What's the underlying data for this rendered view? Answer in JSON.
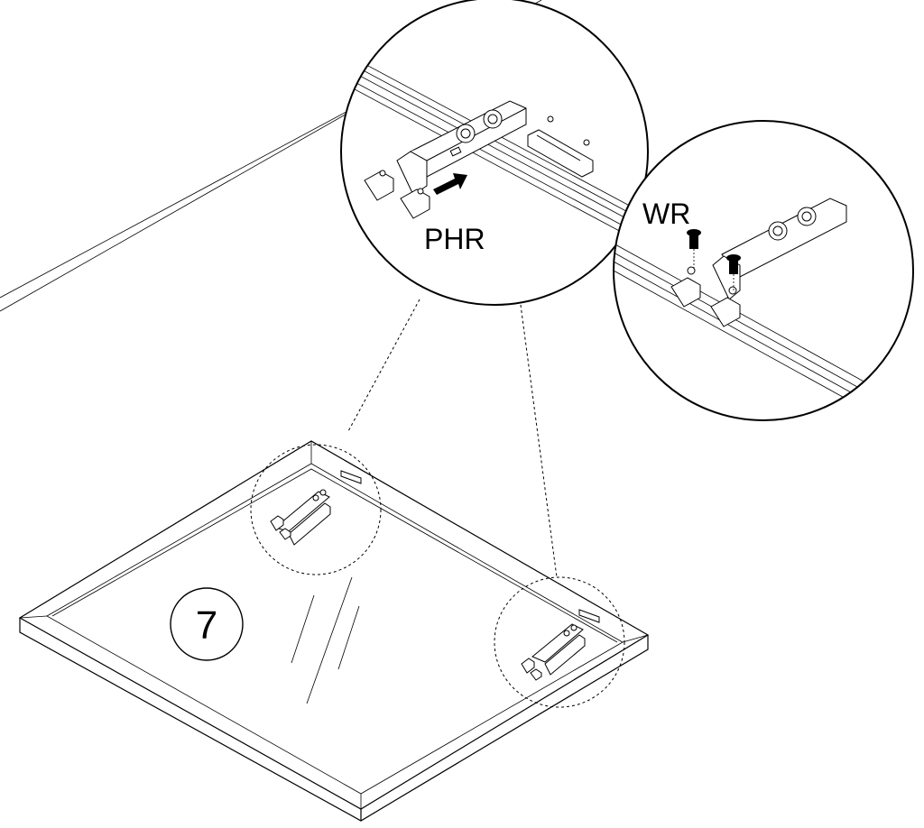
{
  "step": {
    "number": "7"
  },
  "labels": {
    "left_callout": "PHR",
    "right_callout": "WR"
  },
  "icons": {
    "push_arrow": "arrow-right-icon",
    "screw": "screw-icon"
  },
  "colors": {
    "line": "#000000",
    "background": "#ffffff"
  }
}
